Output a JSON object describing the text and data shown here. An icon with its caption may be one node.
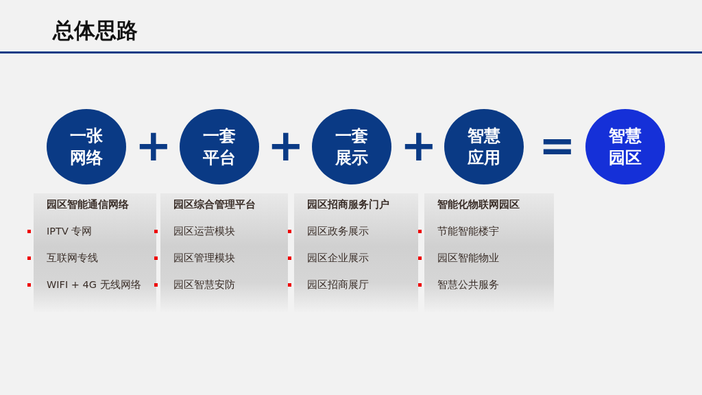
{
  "diagram": {
    "title": "总体思路",
    "nodes": [
      {
        "text": [
          "一张网络"
        ]
      },
      {
        "text": [
          "一套平台"
        ]
      },
      {
        "text": [
          "一套展示"
        ]
      },
      {
        "text": [
          "智慧应用"
        ]
      },
      {
        "text": [
          "智慧园区"
        ]
      },
      {
        "text": [
          "园区智能通信网络",
          "IPTV 专网",
          "互联网专线",
          "WIFI + 4G 无线网络"
        ]
      },
      {
        "text": [
          "园区综合管理平台",
          "园区运营模块",
          "园区管理模块",
          "园区智慧安防"
        ]
      },
      {
        "text": [
          "园区招商服务门户",
          "园区政务展示",
          "园区企业展示",
          "园区招商展厅"
        ]
      },
      {
        "text": [
          "智能化物联网园区",
          "节能智能楼宇",
          "园区智能物业",
          "智慧公共服务"
        ]
      }
    ],
    "labels": [
      "+",
      "+",
      "+",
      "="
    ]
  }
}
